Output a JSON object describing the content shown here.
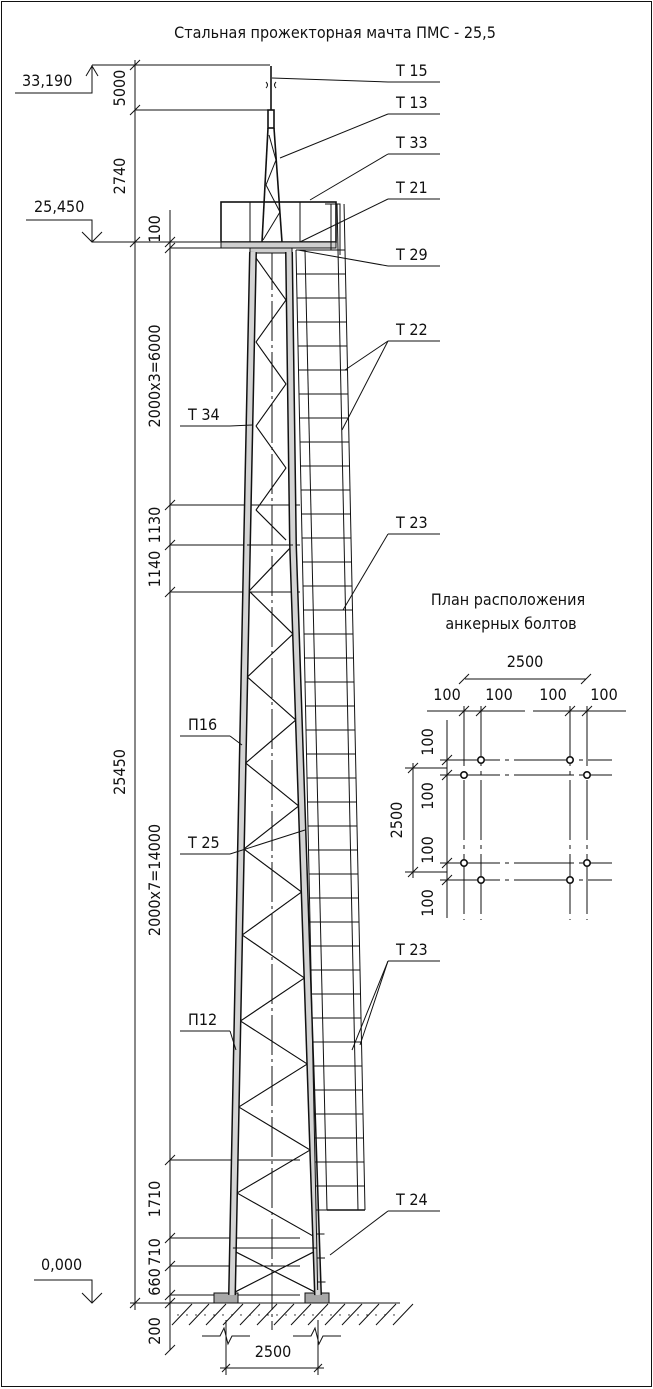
{
  "title": "Стальная прожекторная мачта ПМС - 25,5",
  "levels": {
    "top": "33,190",
    "platform": "25,450",
    "ground": "0,000"
  },
  "dimensions_outer": {
    "d1": "5000",
    "d2": "2740",
    "total": "25450"
  },
  "dimensions_inner": {
    "d1": "100",
    "d2": "2000x3=6000",
    "d3": "1130",
    "d4": "1140",
    "d5": "2000x7=14000",
    "d6": "1710",
    "d7": "710",
    "d8": "660",
    "d9": "200"
  },
  "base_width": "2500",
  "callouts_right": [
    "Т 15",
    "Т 13",
    "Т 33",
    "Т 21",
    "Т 29",
    "Т 22",
    "Т 23",
    "Т 23",
    "Т 24"
  ],
  "callouts_left": [
    "Т 34",
    "П16",
    "Т 25",
    "П12"
  ],
  "plan": {
    "title_line1": "План расположения",
    "title_line2": "анкерных болтов",
    "width": "2500",
    "top_dims": [
      "100",
      "100",
      "100",
      "100"
    ],
    "side_height": "2500",
    "side_dims": [
      "100",
      "100",
      "100",
      "100"
    ]
  },
  "colors": {
    "line": "#111111",
    "fill": "#cfcfcf",
    "footing": "#a8a8a8"
  }
}
